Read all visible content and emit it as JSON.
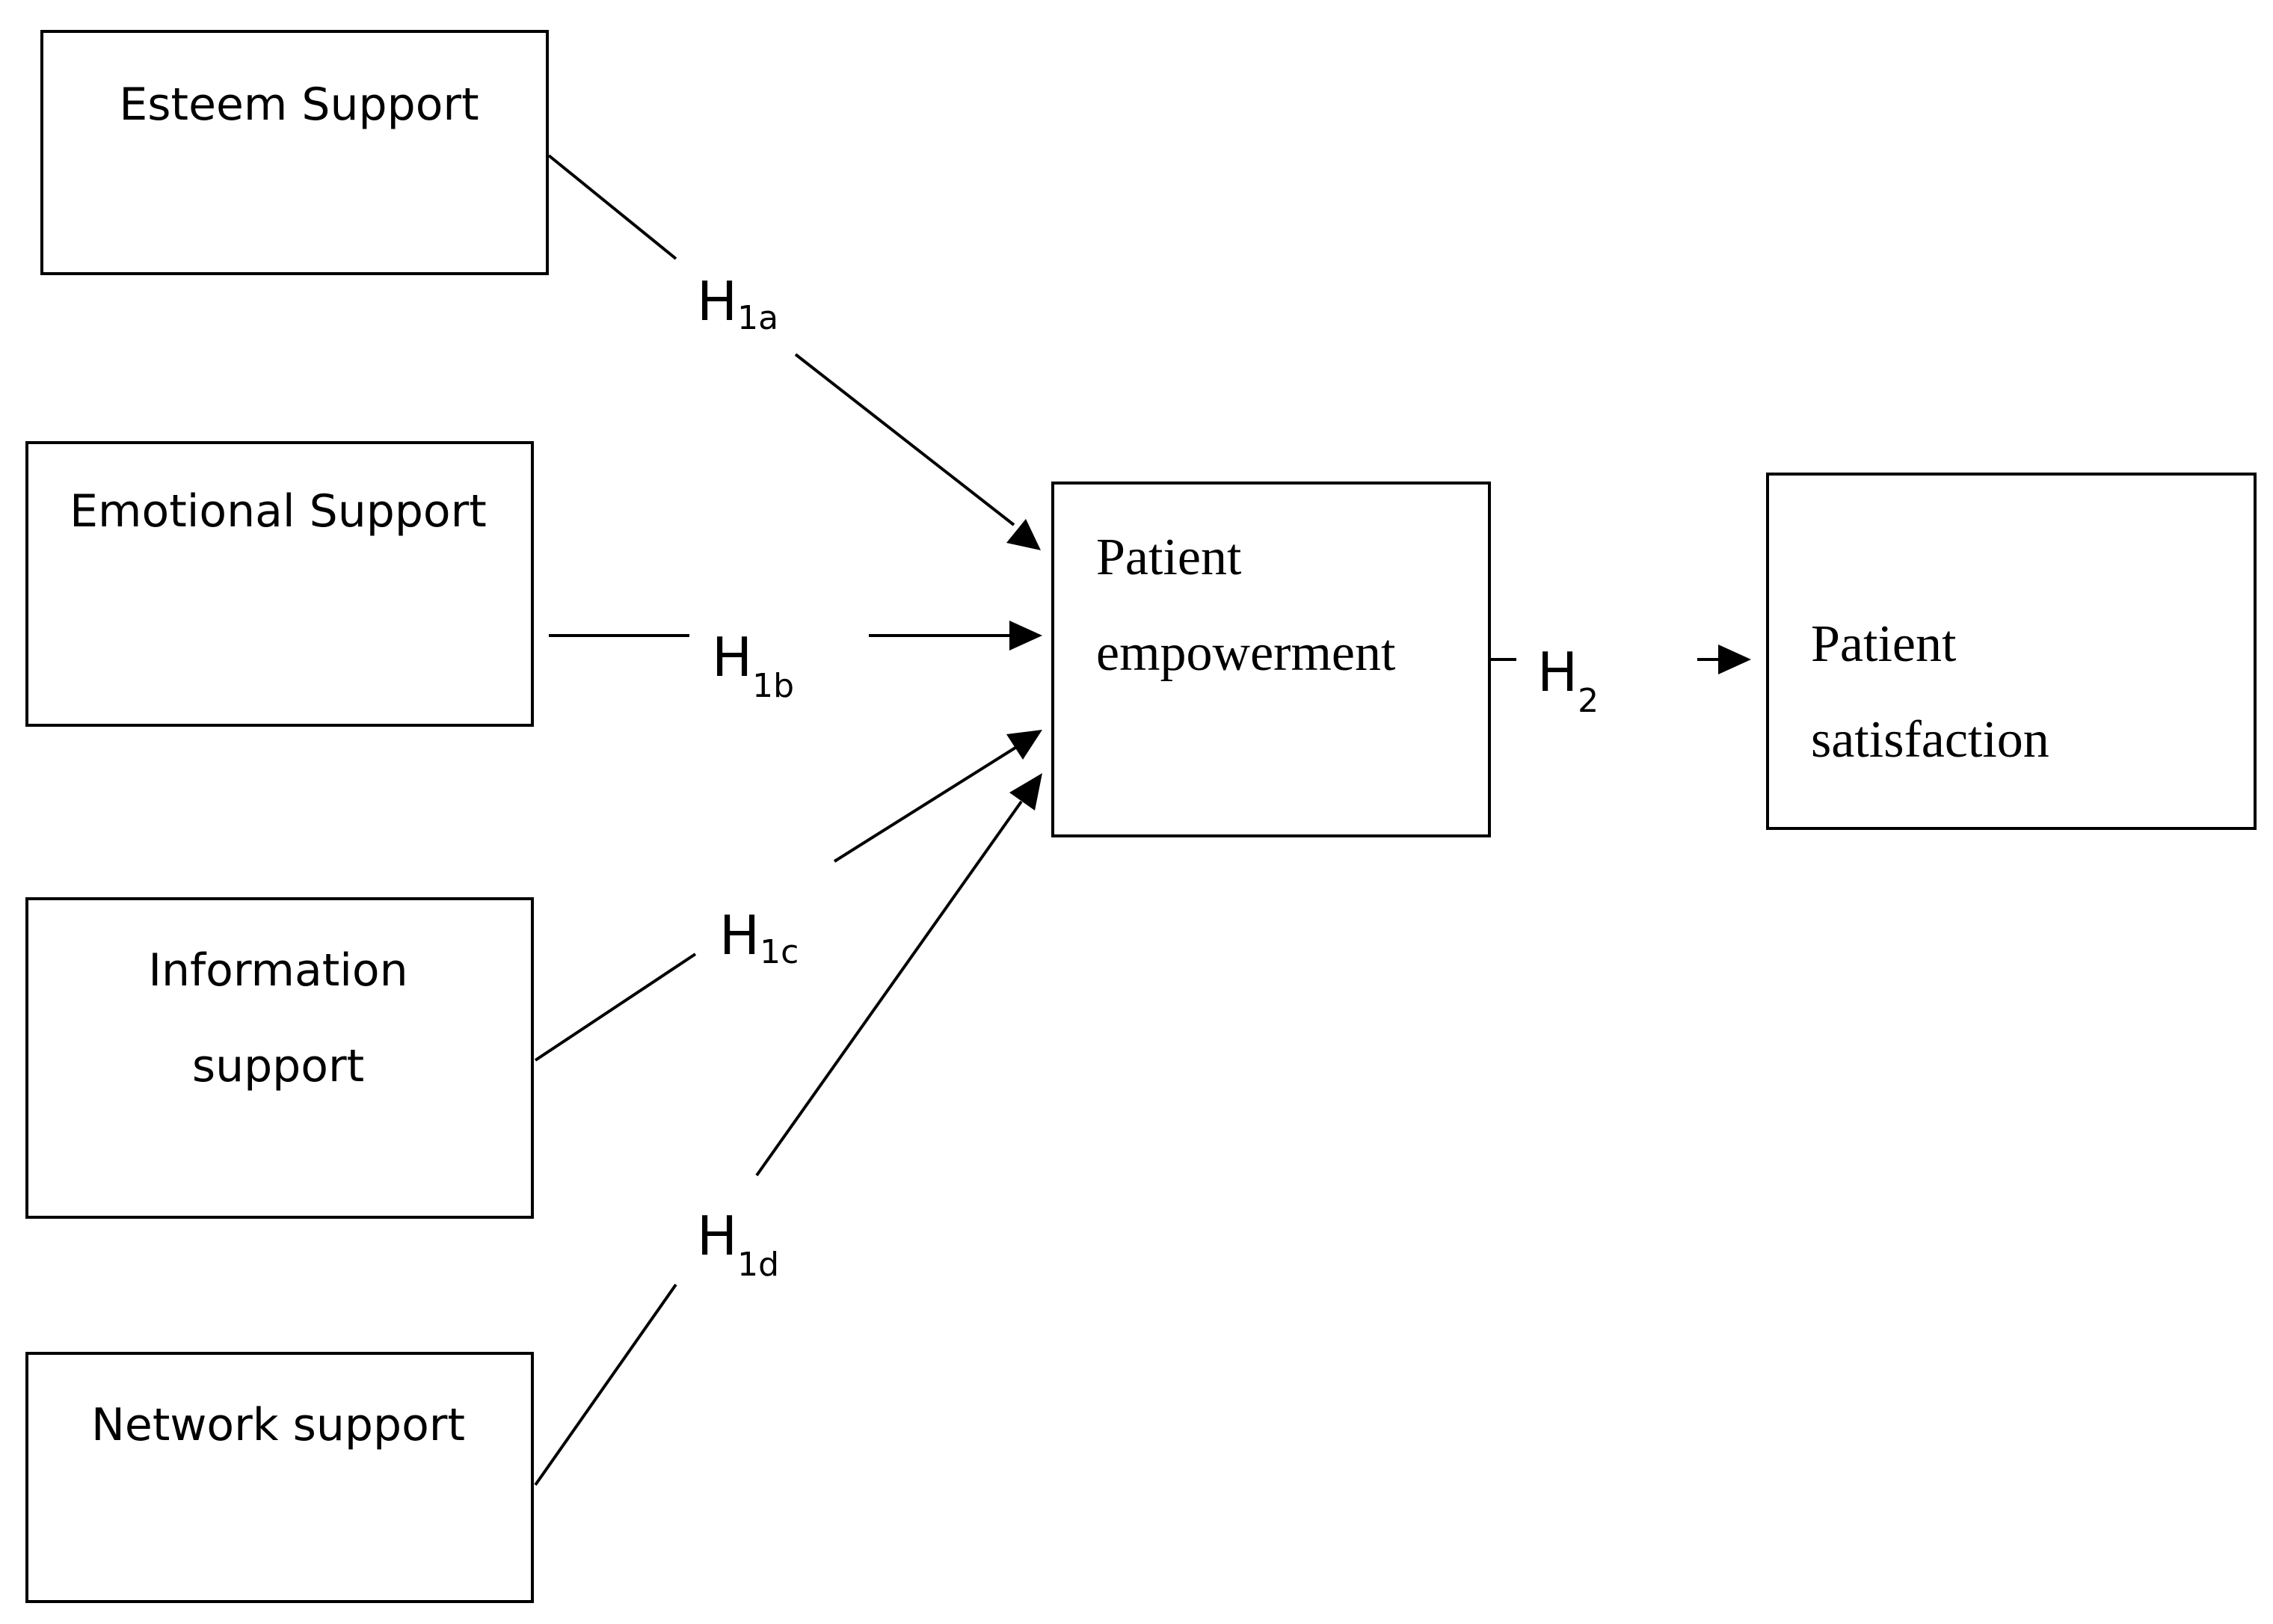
{
  "nodes": {
    "esteem": {
      "label": "Esteem Support"
    },
    "emotional": {
      "label": "Emotional Support"
    },
    "information": {
      "label_line1": "Information",
      "label_line2": "support"
    },
    "network": {
      "label": "Network support"
    },
    "empowerment": {
      "label_line1": "Patient",
      "label_line2": "empowerment"
    },
    "satisfaction": {
      "label_line1": "Patient",
      "label_line2": "satisfaction"
    }
  },
  "hypotheses": {
    "h1a": {
      "letter": "H",
      "sub": "1a"
    },
    "h1b": {
      "letter": "H",
      "sub": "1b"
    },
    "h1c": {
      "letter": "H",
      "sub": "1c"
    },
    "h1d": {
      "letter": "H",
      "sub": "1d"
    },
    "h2": {
      "letter": "H",
      "sub": "2"
    }
  }
}
